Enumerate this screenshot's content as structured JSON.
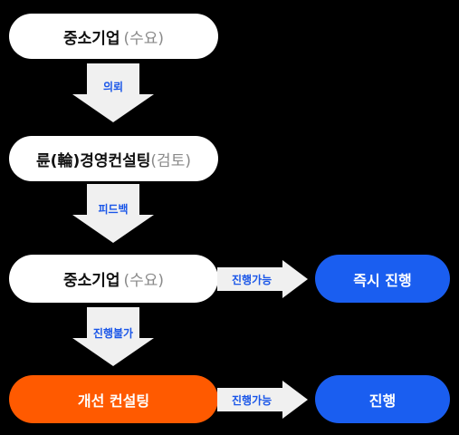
{
  "colors": {
    "background": "#000000",
    "box_white": "#ffffff",
    "box_orange": "#ff5a00",
    "box_blue": "#1a5ef0",
    "arrow_fill": "#f0f0f0",
    "arrow_label": "#1a56e8",
    "muted_text": "#8a8a8a"
  },
  "nodes": {
    "sme_demand_1": {
      "label": "중소기업",
      "sub": "(수요)"
    },
    "consulting_review": {
      "label": "륜(輪)경영컨설팅",
      "sub": "(검토)"
    },
    "sme_demand_2": {
      "label": "중소기업",
      "sub": "(수요)"
    },
    "improvement_consulting": {
      "label": "개선 컨설팅"
    },
    "immediate_progress": {
      "label": "즉시 진행"
    },
    "progress": {
      "label": "진행"
    }
  },
  "edges": {
    "request": {
      "label": "의뢰"
    },
    "feedback": {
      "label": "피드백"
    },
    "not_possible": {
      "label": "진행불가"
    },
    "possible_1": {
      "label": "진행가능"
    },
    "possible_2": {
      "label": "진행가능"
    }
  }
}
